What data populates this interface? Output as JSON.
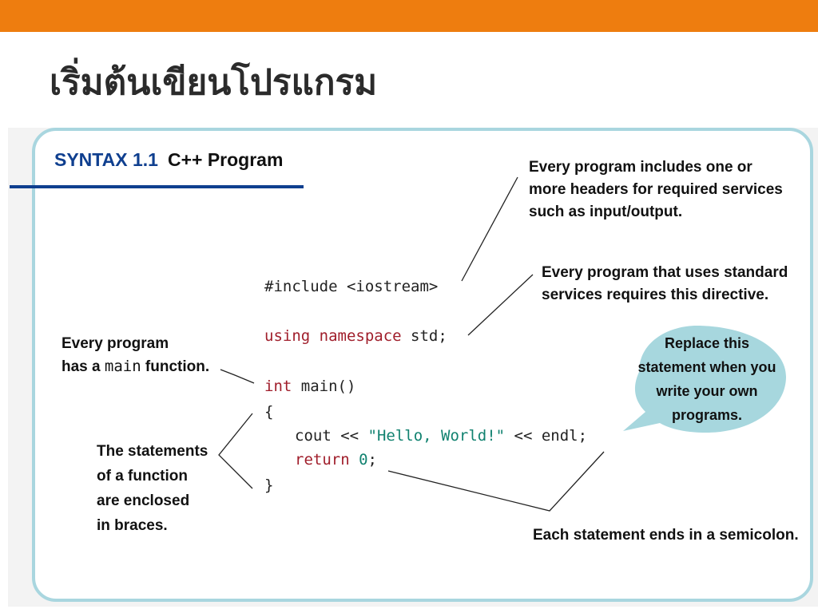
{
  "slide": {
    "title": "เริ่มต้นเขียนโปรแกรม"
  },
  "figure": {
    "syntax_label": "SYNTAX 1.1",
    "syntax_title": "C++ Program",
    "code": {
      "include_line": "#include <iostream>",
      "using_kw": "using namespace",
      "using_rest": " std;",
      "int_kw": "int",
      "main_rest": " main()",
      "open_brace": "{",
      "cout_pre": "cout << ",
      "cout_string": "\"Hello, World!\"",
      "cout_post": " << endl;",
      "return_kw": "return",
      "return_sp": " ",
      "return_value": "0",
      "return_semicolon": ";",
      "close_brace": "}"
    },
    "annotations": {
      "headers": [
        "Every program includes one or",
        "more headers for required services",
        "such as input/output."
      ],
      "namespace": [
        "Every program that uses standard",
        "services requires this directive."
      ],
      "main_line1": "Every program",
      "main_pre": "has a ",
      "main_code": "main",
      "main_post": " function.",
      "braces": [
        "The statements",
        "of a function",
        "are enclosed",
        "in braces."
      ],
      "semicolon": "Each statement ends in a semicolon.",
      "bubble": [
        "Replace this",
        "statement when you",
        "write your own",
        "programs."
      ]
    }
  }
}
